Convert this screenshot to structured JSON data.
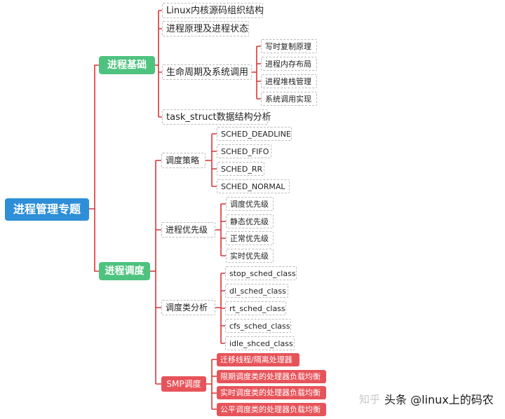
{
  "root": {
    "label": "进程管理专题"
  },
  "basics": {
    "label": "进程基础",
    "items": [
      "Linux内核源码组织结构",
      "进程原理及进程状态",
      "生命周期及系统调用",
      "task_struct数据结构分析"
    ],
    "lifecycle_children": [
      "写时复制原理",
      "进程内存布局",
      "进程堆栈管理",
      "系统调用实现"
    ]
  },
  "sched": {
    "label": "进程调度",
    "policy": {
      "label": "调度策略",
      "children": [
        "SCHED_DEADLINE",
        "SCHED_FIFO",
        "SCHED_RR",
        "SCHED_NORMAL"
      ]
    },
    "priority": {
      "label": "进程优先级",
      "children": [
        "调度优先级",
        "静态优先级",
        "正常优先级",
        "实时优先级"
      ]
    },
    "classes": {
      "label": "调度类分析",
      "children": [
        "stop_sched_class",
        "dl_sched_class",
        "rt_sched_class",
        "cfs_sched_class",
        "idle_shced_class"
      ]
    },
    "smp": {
      "label": "SMP调度",
      "children": [
        "迁移线程/隔离处理器",
        "限期调度类的处理器负载均衡",
        "实时调度类的处理器负载均衡",
        "公平调度类的处理器负载均衡"
      ]
    }
  },
  "watermark": {
    "brand": "知乎",
    "text": "头条 @linux上的码农"
  },
  "colors": {
    "line": "#d93636",
    "root": "#2e8fd8",
    "topic": "#4ec37f",
    "smp": "#e6545a"
  }
}
